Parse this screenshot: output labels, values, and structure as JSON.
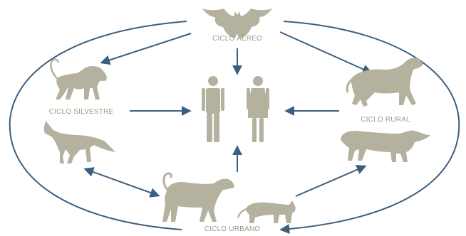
{
  "labels": {
    "aereo": "CICLO AÉREO",
    "silvestre": "CICLO SILVESTRE",
    "rural": "CICLO RURAL",
    "urbano": "CICLO URBANO"
  },
  "icons": {
    "bat": "bat-icon",
    "monkey": "monkey-icon",
    "fox": "fox-icon",
    "horse": "horse-icon",
    "cow": "cow-icon",
    "dog": "dog-icon",
    "cat": "cat-icon",
    "man": "man-icon",
    "woman": "woman-icon"
  },
  "colors": {
    "arrow": "#3d5f7e",
    "silhouette": "#b4b19e",
    "label": "#9a9a86",
    "background": "#ffffff"
  }
}
